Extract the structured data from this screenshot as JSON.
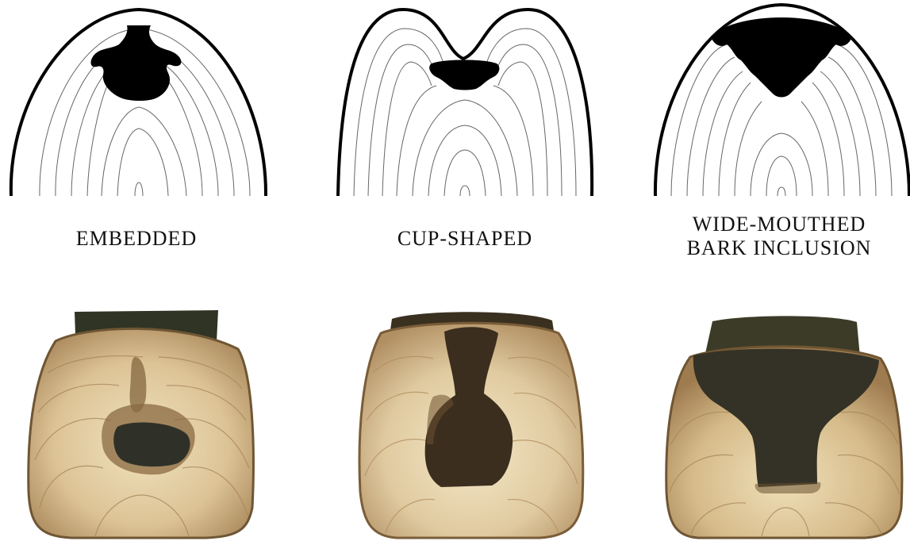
{
  "panels": [
    {
      "id": "embedded",
      "label_lines": [
        "EMBEDDED"
      ]
    },
    {
      "id": "cup-shaped",
      "label_lines": [
        "CUP-SHAPED"
      ]
    },
    {
      "id": "wide-mouthed",
      "label_lines": [
        "WIDE-MOUTHED",
        "BARK INCLUSION"
      ]
    }
  ],
  "colors": {
    "ink": "#000000",
    "ring": "#555555",
    "wood_light": "#e8d7ae",
    "wood_mid": "#c9ab76",
    "wood_dark": "#8f7044",
    "bark": "#2c2a1e",
    "decay": "#352d20"
  }
}
